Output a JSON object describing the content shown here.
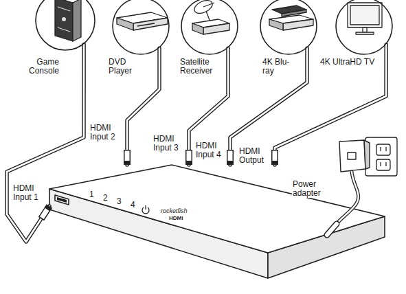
{
  "diagram": {
    "nodes": [
      {
        "text": [
          "Game Console"
        ]
      },
      {
        "text": [
          "DVD Player"
        ]
      },
      {
        "text": [
          "Satellite Receiver"
        ]
      },
      {
        "text": [
          "4K Blu-ray"
        ]
      },
      {
        "text": [
          "4K UltraHD TV"
        ]
      },
      {
        "text": [
          "1",
          "2",
          "3",
          "4",
          "rocketfish",
          "HDMI"
        ]
      }
    ],
    "edges": [
      {
        "from": 0,
        "to": 5,
        "label": "HDMI Input 1",
        "arrow": "none"
      },
      {
        "from": 1,
        "to": 5,
        "label": "HDMI Input 2",
        "arrow": "none"
      },
      {
        "from": 2,
        "to": 5,
        "label": "HDMI Input 3",
        "arrow": "none"
      },
      {
        "from": 3,
        "to": 5,
        "label": "HDMI Input 4",
        "arrow": "none"
      },
      {
        "from": 5,
        "to": 4,
        "label": "HDMI Output",
        "arrow": "none"
      }
    ],
    "labels": [
      "Power adapter"
    ]
  }
}
